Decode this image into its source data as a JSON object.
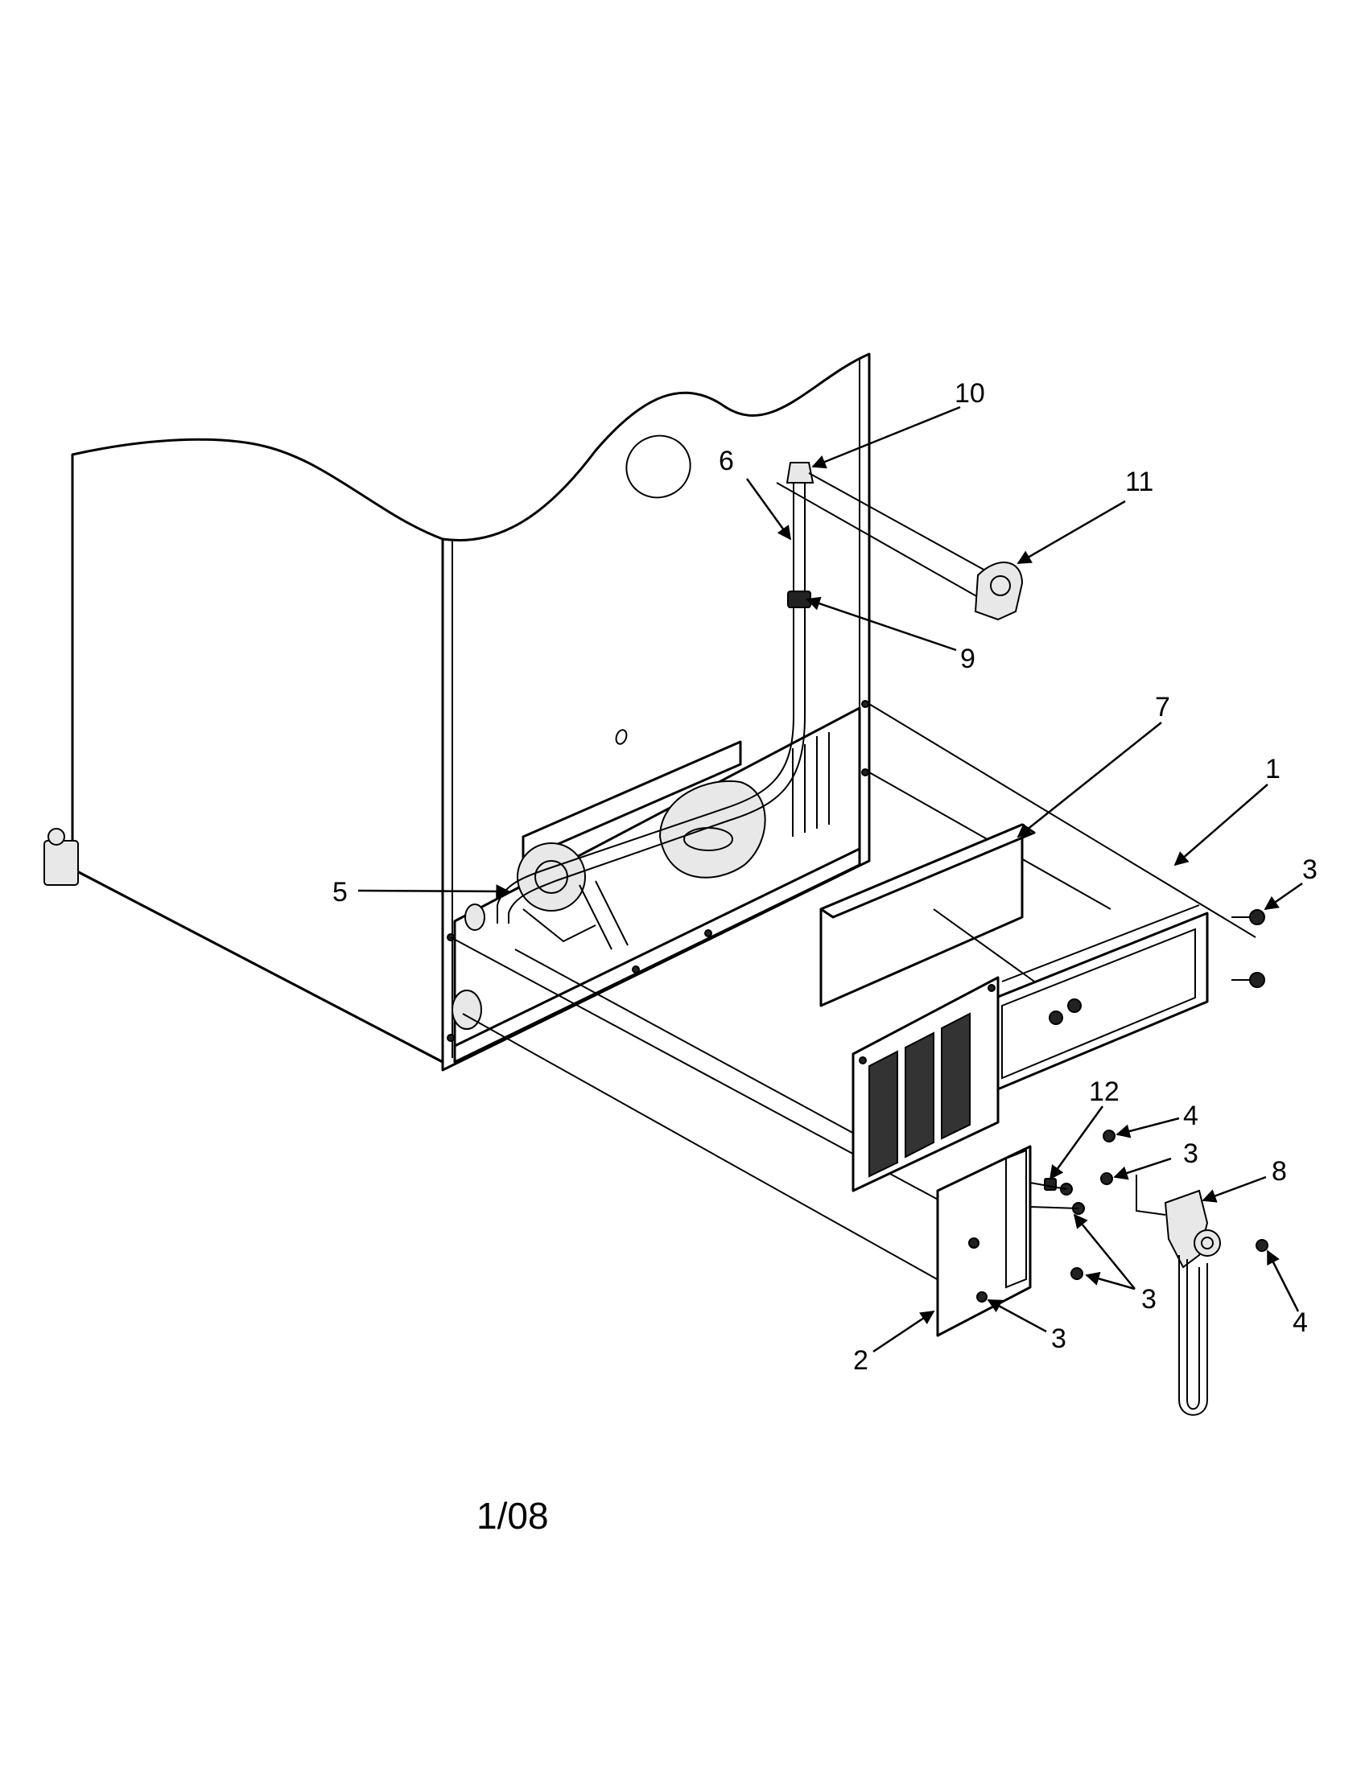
{
  "callouts": {
    "c1": "1",
    "c2": "2",
    "c3a": "3",
    "c3b": "3",
    "c3c": "3",
    "c3d": "3",
    "c4a": "4",
    "c4b": "4",
    "c5": "5",
    "c6": "6",
    "c7": "7",
    "c8": "8",
    "c9": "9",
    "c10": "10",
    "c11": "11",
    "c12": "12"
  },
  "footer": {
    "date_code": "1/08"
  }
}
